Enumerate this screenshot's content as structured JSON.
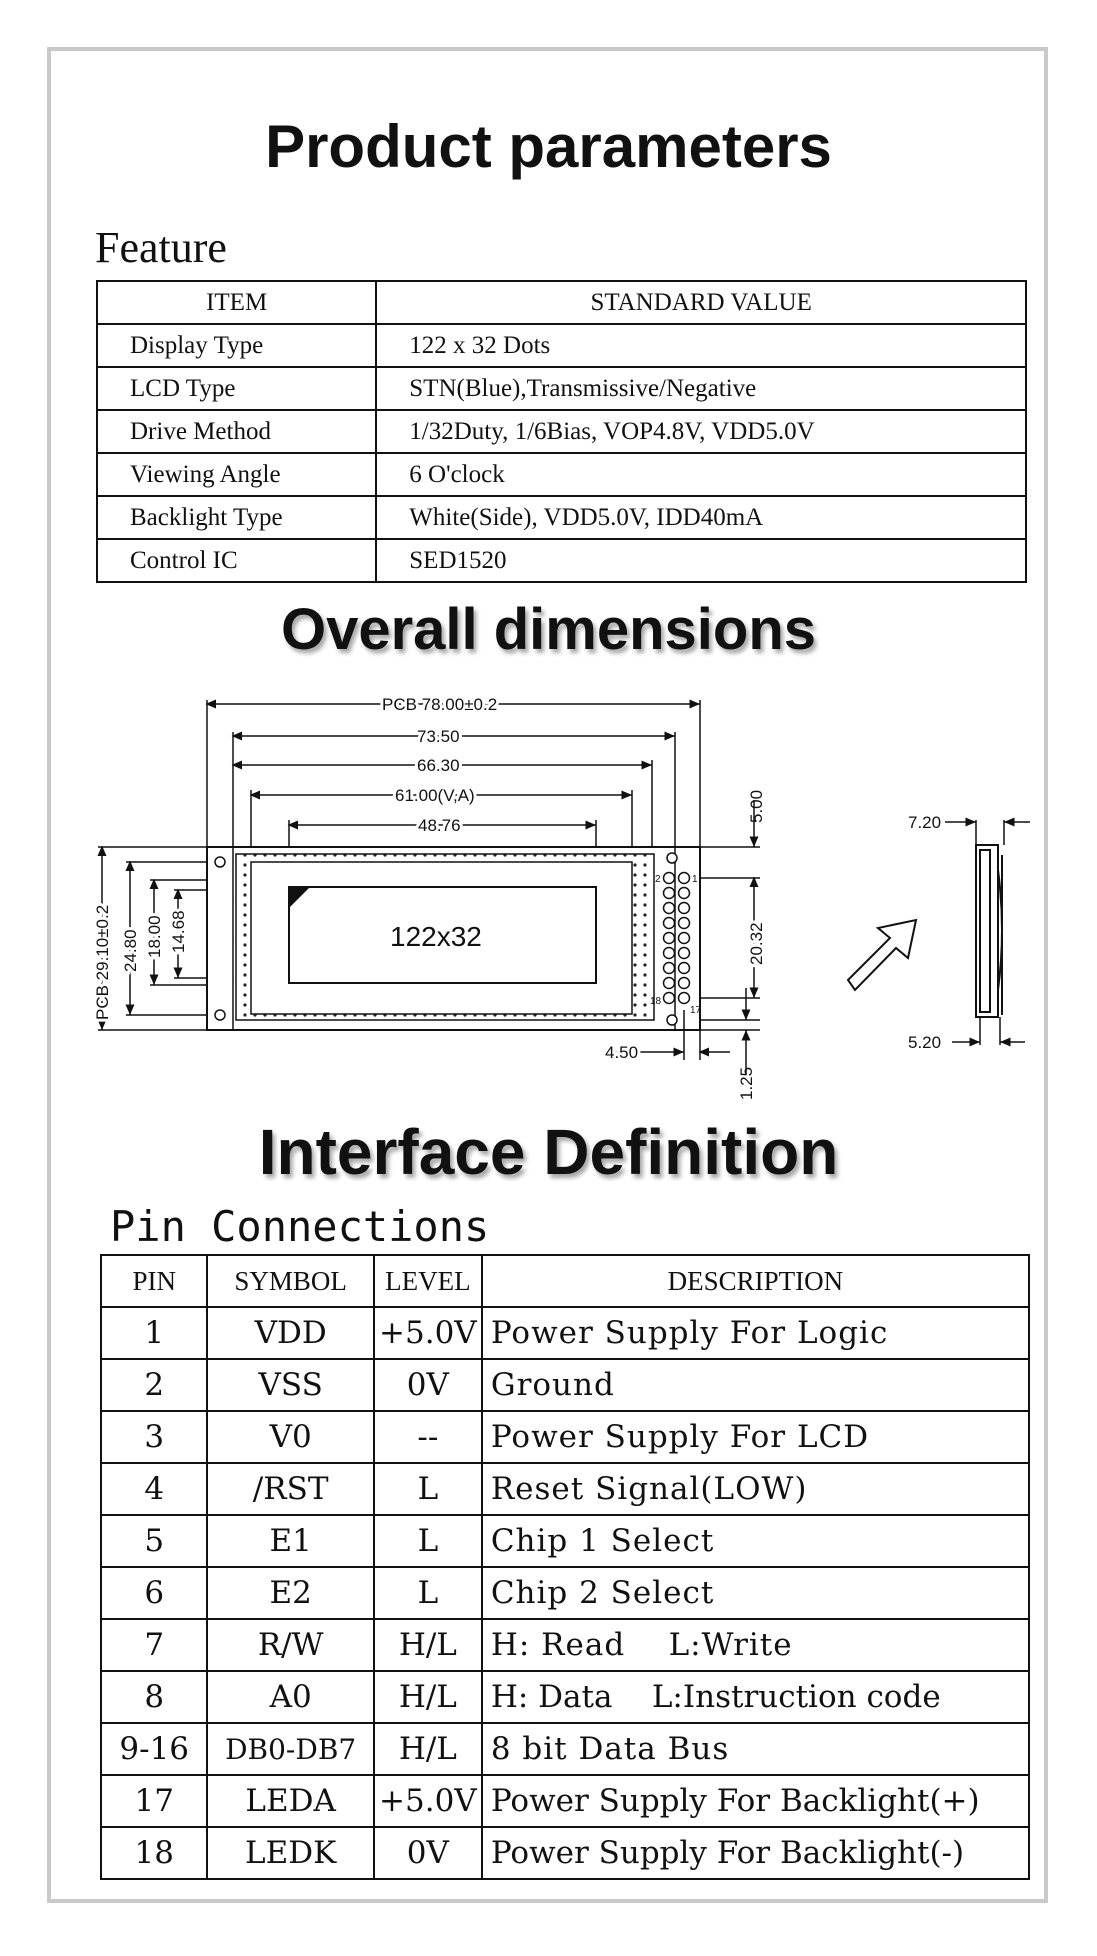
{
  "titles": {
    "product_parameters": "Product parameters",
    "overall_dimensions": "Overall dimensions",
    "interface_definition": "Interface Definition"
  },
  "feature": {
    "heading": "Feature",
    "headers": [
      "ITEM",
      "STANDARD VALUE"
    ],
    "rows": [
      [
        "Display Type",
        "122 x 32 Dots"
      ],
      [
        "LCD Type",
        "STN(Blue),Transmissive/Negative"
      ],
      [
        "Drive Method",
        "1/32Duty, 1/6Bias, VOP4.8V, VDD5.0V"
      ],
      [
        "Viewing Angle",
        "6 O'clock"
      ],
      [
        "Backlight Type",
        "White(Side), VDD5.0V, IDD40mA"
      ],
      [
        "Control IC",
        "SED1520"
      ]
    ]
  },
  "dimensions": {
    "pcb_width": "PCB 78.00±0.2",
    "d1": "73.50",
    "d2": "66.30",
    "d3": "61.00(V,A)",
    "d4": "48.76",
    "pcb_height": "PCB 29.10±0.2",
    "h1": "24.80",
    "h2": "18.00",
    "h3": "14.68",
    "top_offset": "5.00",
    "pin_span": "20.32",
    "pin_margin": "4.50",
    "pin_offset": "1.25",
    "display_label": "122x32",
    "pin2": "2",
    "pin1": "1",
    "pin18": "18",
    "pin17": "17",
    "side_thick_1": "7.20",
    "side_thick_2": "5.20"
  },
  "pins": {
    "heading": "Pin Connections",
    "headers": [
      "PIN",
      "SYMBOL",
      "LEVEL",
      "DESCRIPTION"
    ],
    "rows": [
      [
        "1",
        "VDD",
        "+5.0V",
        "Power Supply For Logic"
      ],
      [
        "2",
        "VSS",
        "0V",
        "Ground"
      ],
      [
        "3",
        "V0",
        "--",
        "Power Supply For LCD"
      ],
      [
        "4",
        "/RST",
        "L",
        "Reset Signal(LOW)"
      ],
      [
        "5",
        "E1",
        "L",
        " Chip 1 Select"
      ],
      [
        "6",
        "E2",
        "L",
        " Chip 2 Select"
      ],
      [
        "7",
        "R/W",
        "H/L",
        "H: Read    L:Write"
      ],
      [
        "8",
        "A0",
        "H/L",
        "H: Data    L:Instruction code"
      ],
      [
        "9-16",
        "DB0-DB7",
        "H/L",
        "8 bit Data Bus"
      ],
      [
        "17",
        "LEDA",
        "+5.0V",
        "Power Supply For Backlight(+)"
      ],
      [
        "18",
        "LEDK",
        "0V",
        "Power Supply For Backlight(-)"
      ]
    ]
  }
}
